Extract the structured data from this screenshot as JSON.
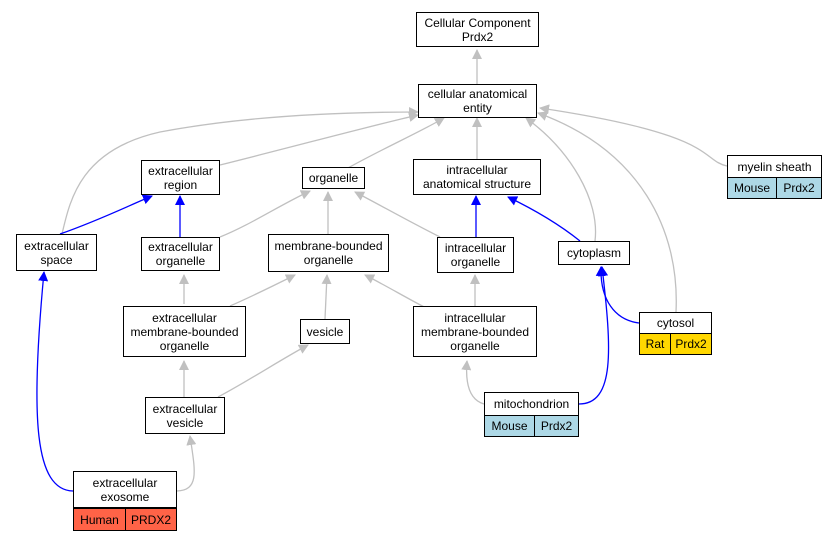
{
  "nodes": {
    "cellular_component": "Cellular Component\nPrdx2",
    "cellular_anatomical_entity": "cellular anatomical\nentity",
    "extracellular_region": "extracellular\nregion",
    "organelle": "organelle",
    "intracellular_anatomical_structure": "intracellular\nanatomical structure",
    "myelin_sheath": "myelin sheath",
    "extracellular_space": "extracellular\nspace",
    "extracellular_organelle": "extracellular\norganelle",
    "membrane_bounded_organelle": "membrane-bounded\norganelle",
    "intracellular_organelle": "intracellular\norganelle",
    "cytoplasm": "cytoplasm",
    "extracellular_mbo": "extracellular\nmembrane-bounded\norganelle",
    "vesicle": "vesicle",
    "intracellular_mbo": "intracellular\nmembrane-bounded\norganelle",
    "cytosol": "cytosol",
    "extracellular_vesicle": "extracellular\nvesicle",
    "mitochondrion": "mitochondrion",
    "extracellular_exosome": "extracellular\nexosome"
  },
  "annotations": {
    "myelin_sheath": {
      "species": "Mouse",
      "gene": "Prdx2",
      "color": "#add8e6"
    },
    "cytosol": {
      "species": "Rat",
      "gene": "Prdx2",
      "color": "#ffd700"
    },
    "mitochondrion": {
      "species": "Mouse",
      "gene": "Prdx2",
      "color": "#add8e6"
    },
    "extracellular_exosome": {
      "species": "Human",
      "gene": "PRDX2",
      "color": "#ff6347"
    }
  },
  "colors": {
    "is_a_edge": "#c0c0c0",
    "part_of_edge": "#0000ff"
  }
}
